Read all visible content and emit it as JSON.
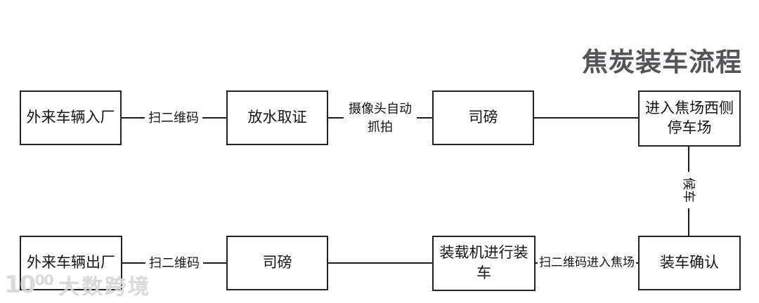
{
  "title": "焦炭装车流程",
  "nodes": {
    "entry_in": {
      "label": "外来车辆入厂"
    },
    "evidence": {
      "label": "放水取证"
    },
    "weigh_in": {
      "label": "司磅"
    },
    "parking": {
      "label": "进入焦场西侧停车场"
    },
    "exit": {
      "label": "外来车辆出厂"
    },
    "weigh_out": {
      "label": "司磅"
    },
    "loading": {
      "label": "装载机进行装车"
    },
    "confirm": {
      "label": "装车确认"
    }
  },
  "edges": {
    "scan_in": {
      "label": "扫二维码"
    },
    "camera": {
      "label": "摄像头自动抓拍"
    },
    "wait": {
      "label": "候车"
    },
    "scan_out": {
      "label": "扫二维码"
    },
    "scan_yard": {
      "label": "扫二维码进入焦场"
    }
  },
  "watermark": {
    "logo": "10⁰⁰",
    "text": "大数跨境"
  },
  "colors": {
    "line": "#1c1c1c",
    "box_border": "#222222",
    "title_text": "#53545a",
    "node_text": "#141414",
    "watermark_text": "#d7d7d7",
    "background": "#ffffff"
  }
}
